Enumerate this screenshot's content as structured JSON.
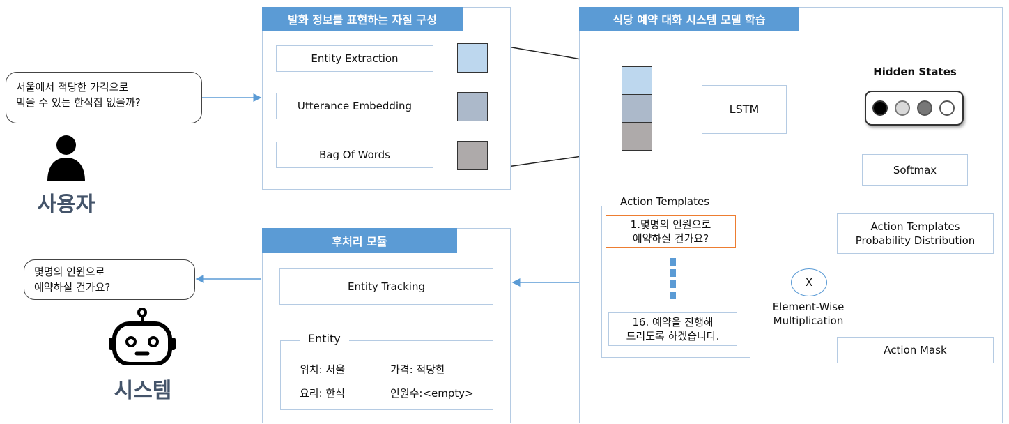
{
  "feature_panel": {
    "title": "발화 정보를 표현하는 자질 구성",
    "items": [
      "Entity Extraction",
      "Utterance Embedding",
      "Bag Of Words"
    ]
  },
  "model_panel": {
    "title": "식당 예약 대화 시스템 모델 학습",
    "lstm": "LSTM",
    "hidden_states": "Hidden States",
    "softmax": "Softmax",
    "prob_dist_line1": "Action Templates",
    "prob_dist_line2": "Probability Distribution",
    "multiply_symbol": "X",
    "multiply_label_line1": "Element-Wise",
    "multiply_label_line2": "Multiplication",
    "action_mask": "Action Mask",
    "templates": {
      "title": "Action Templates",
      "first_line1": "1.몇명의 인원으로",
      "first_line2": "예약하실 건가요?",
      "last_line1": "16. 예약을 진행해",
      "last_line2": "드리도록 하겠습니다."
    }
  },
  "post_panel": {
    "title": "후처리 모듈",
    "entity_tracking": "Entity Tracking",
    "entity_title": "Entity",
    "entities": [
      "위치: 서울",
      "가격: 적당한",
      "요리: 한식",
      "인원수:<empty>"
    ]
  },
  "user": {
    "bubble_line1": "서울에서 적당한 가격으로",
    "bubble_line2": "먹을 수 있는 한식집 없을까?",
    "label": "사용자"
  },
  "system": {
    "bubble_line1": "몇명의 인원으로",
    "bubble_line2": "예약하실 건가요?",
    "label": "시스템"
  },
  "colors": {
    "header_blue": "#5b9bd5",
    "border_blue": "#b5cbe3",
    "entity_square": "#bdd7ee",
    "embedding_square": "#acb9ca",
    "bow_square": "#aeaaaa",
    "highlight_orange": "#ed7d31",
    "label_slate": "#44546a"
  },
  "icons": [
    "person-icon",
    "robot-icon"
  ]
}
